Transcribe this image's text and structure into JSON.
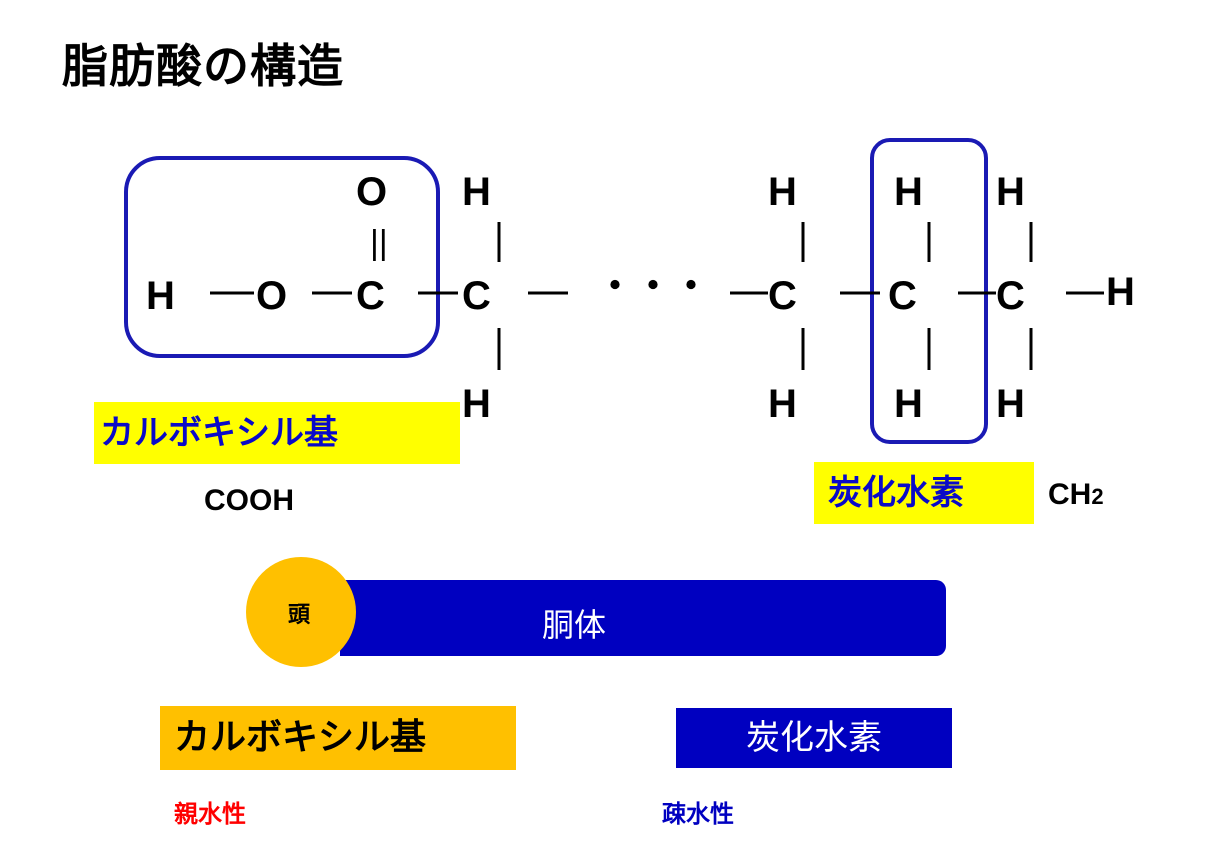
{
  "title": "脂肪酸の構造",
  "structure": {
    "left_group": {
      "O_top": "O",
      "double_bond": "||",
      "H": "H",
      "O": "O",
      "C": "C"
    },
    "chain_first": {
      "H_top": "H",
      "C": "C",
      "H_bottom": "H"
    },
    "ellipsis": "・・・",
    "chain_end": {
      "c1": {
        "H_top": "H",
        "C": "C",
        "H_bottom": "H"
      },
      "c2": {
        "H_top": "H",
        "C": "C",
        "H_bottom": "H"
      },
      "c3": {
        "H_top": "H",
        "C": "C",
        "H_bottom": "H"
      },
      "terminal_H": "H"
    }
  },
  "labels": {
    "carboxyl": "カルボキシル基",
    "carboxyl_formula": "COOH",
    "hydrocarbon": "炭化水素",
    "hydrocarbon_formula": "CH2"
  },
  "model": {
    "head": "頭",
    "body": "胴体",
    "head_box": "カルボキシル基",
    "body_box": "炭化水素",
    "hydrophilic": "親水性",
    "hydrophobic": "疎水性"
  },
  "colors": {
    "outline_blue": "#1a1ab4",
    "highlight_yellow": "#ffff00",
    "label_blue": "#0a0ac8",
    "orange": "#ffc000",
    "dark_blue": "#0000c0",
    "red": "#ff0000"
  }
}
